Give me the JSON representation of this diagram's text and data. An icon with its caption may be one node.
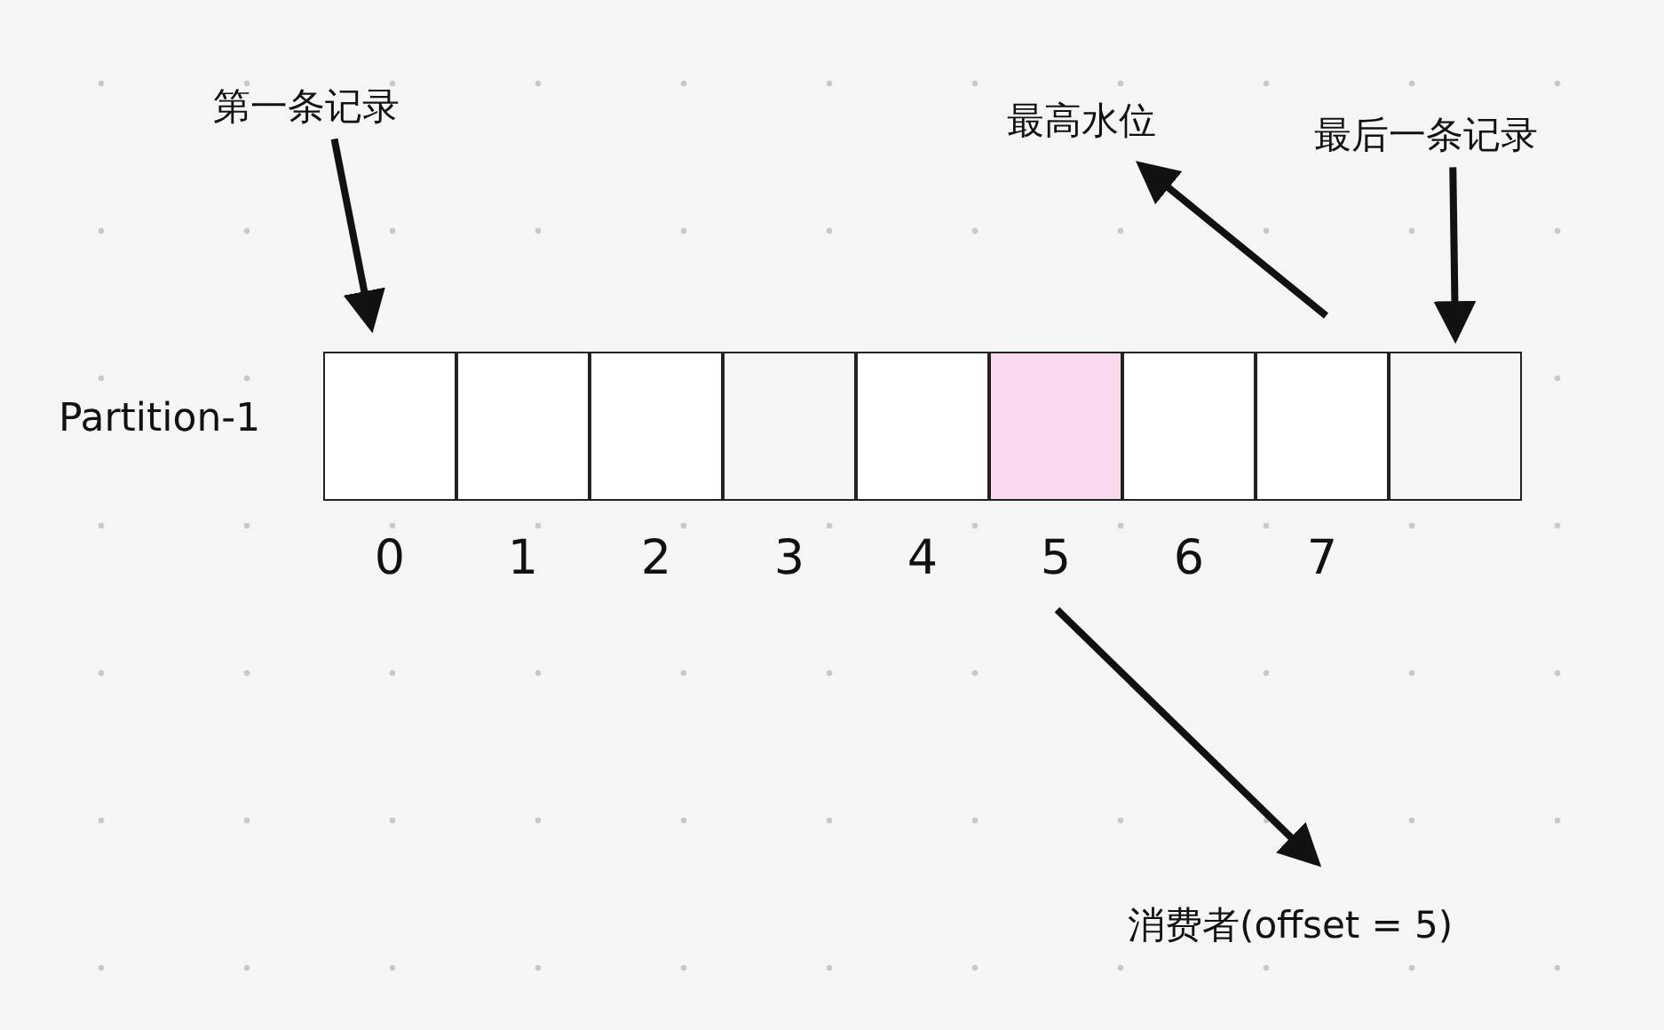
{
  "diagram": {
    "nodes": [
      {
        "text": [
          "第一条记录"
        ]
      },
      {
        "text": [
          "最高水位"
        ]
      },
      {
        "text": [
          "最后一条记录"
        ]
      },
      {
        "text": [
          "Partition-1"
        ]
      },
      {
        "text": [],
        "shape": "box",
        "in": 3,
        "beside": [
          "0"
        ]
      },
      {
        "text": [],
        "shape": "box",
        "in": 3,
        "beside": [
          "1"
        ]
      },
      {
        "text": [],
        "shape": "box",
        "in": 3,
        "beside": [
          "2"
        ]
      },
      {
        "text": [],
        "shape": "box",
        "in": 3,
        "beside": [
          "3"
        ]
      },
      {
        "text": [],
        "shape": "box",
        "in": 3,
        "beside": [
          "4"
        ]
      },
      {
        "text": [],
        "shape": "box",
        "in": 3,
        "beside": [
          "5"
        ]
      },
      {
        "text": [],
        "shape": "box",
        "in": 3,
        "beside": [
          "6"
        ]
      },
      {
        "text": [],
        "shape": "box",
        "in": 3,
        "beside": [
          "7"
        ]
      },
      {
        "text": [],
        "shape": "box",
        "in": 3
      },
      {
        "text": [
          "消费者(offset = 5)"
        ]
      }
    ],
    "edges": [
      {
        "from": 0,
        "to": 4,
        "arrow": "to"
      },
      {
        "from": 11,
        "to": 1,
        "arrow": "to"
      },
      {
        "from": 2,
        "to": 12,
        "arrow": "to"
      },
      {
        "from": 9,
        "to": 13,
        "arrow": "to"
      }
    ]
  }
}
